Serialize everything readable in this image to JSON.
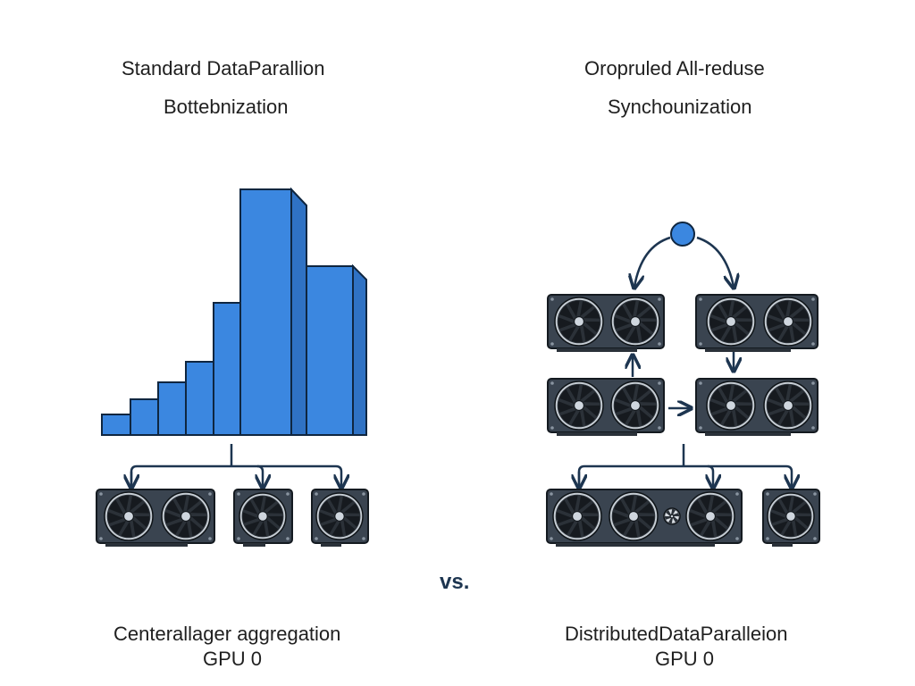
{
  "left_panel": {
    "title_line1": "Standard DataParallion",
    "title_line2": "Bottebnization",
    "bottom_label_line1": "Centerallager aggregation",
    "bottom_label_line2": "GPU 0"
  },
  "right_panel": {
    "title_line1": "Oropruled All-reduse",
    "title_line2": "Synchounization",
    "bottom_label_line1": "DistributedDataParalleion",
    "bottom_label_line2": "GPU 0"
  },
  "center": {
    "vs_label": "vs."
  },
  "colors": {
    "bar_fill": "#3b87e0",
    "outline": "#0f2640",
    "gpu_body": "#3a4450",
    "fan_blade": "#161a1f",
    "fan_hub": "#cfd6de",
    "arrow": "#1d3550",
    "sync_node": "#3b87e0"
  },
  "icons": {
    "gpu": "gpu-card-icon",
    "sync_node": "sync-node-circle"
  }
}
